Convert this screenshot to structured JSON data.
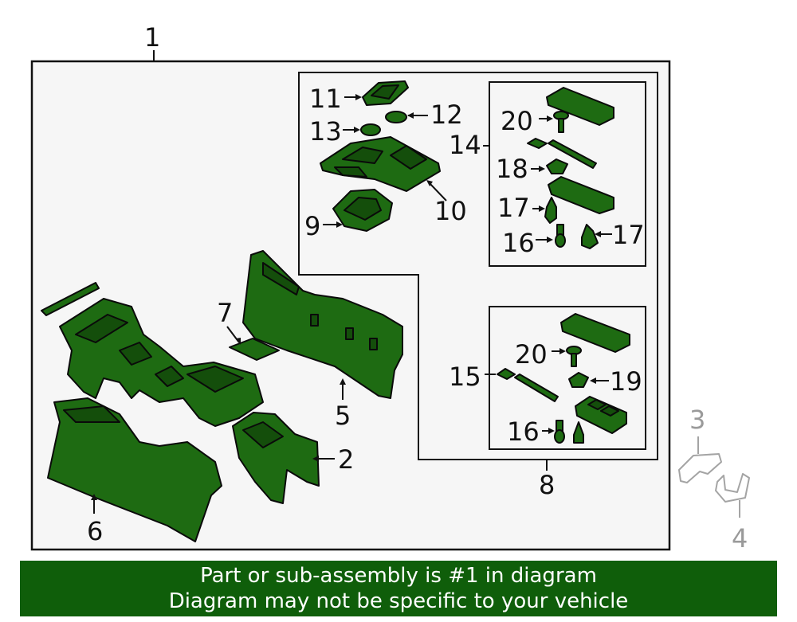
{
  "callouts": {
    "c1": "1",
    "c2": "2",
    "c3": "3",
    "c4": "4",
    "c5": "5",
    "c6": "6",
    "c7": "7",
    "c8": "8",
    "c9": "9",
    "c10": "10",
    "c11": "11",
    "c12": "12",
    "c13": "13",
    "c14": "14",
    "c15": "15",
    "c16a": "16",
    "c16b": "16",
    "c17a": "17",
    "c17b": "17",
    "c18": "18",
    "c19": "19",
    "c20a": "20",
    "c20b": "20"
  },
  "banner": {
    "line1": "Part or sub-assembly is #1 in diagram",
    "line2": "Diagram may not be specific to your vehicle"
  },
  "colors": {
    "part_fill": "#1e6b12",
    "banner_bg": "#0f5e0a",
    "banner_text": "#ffffff",
    "not_included": "#a4a4a4"
  }
}
